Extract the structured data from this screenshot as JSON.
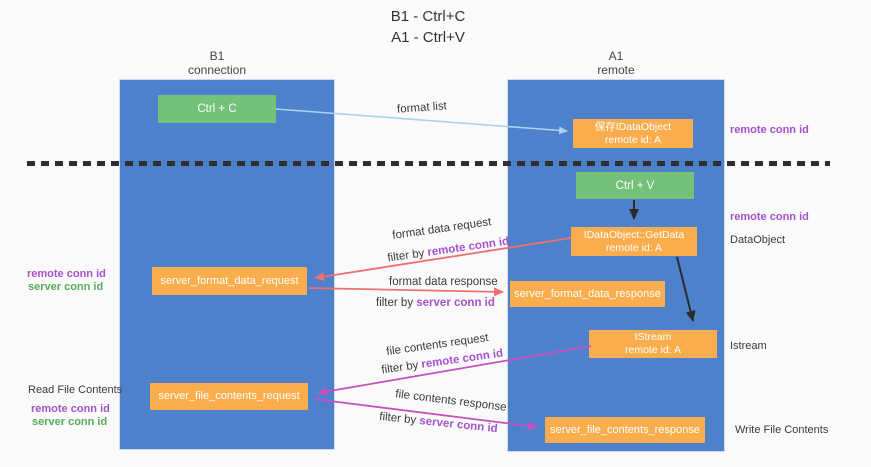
{
  "title": {
    "line1": "B1 - Ctrl+C",
    "line2": "A1 - Ctrl+V"
  },
  "columns": {
    "b1": {
      "name": "B1",
      "role": "connection"
    },
    "a1": {
      "name": "A1",
      "role": "remote"
    }
  },
  "nodes": {
    "ctrl_c": {
      "label": "Ctrl + C"
    },
    "ctrl_v": {
      "label": "Ctrl + V"
    },
    "saved_dataobject": {
      "line1": "保存IDataObject",
      "line2": "remote id: A"
    },
    "getdata": {
      "line1": "IDataObject::GetData",
      "line2": "remote id: A"
    },
    "istream": {
      "line1": "IStream",
      "line2": "remote id: A"
    },
    "server_format_data_request": {
      "label": "server_format_data_request"
    },
    "server_format_data_response": {
      "label": "server_format_data_response"
    },
    "server_file_contents_request": {
      "label": "server_file_contents_request"
    },
    "server_file_contents_response": {
      "label": "server_file_contents_response"
    }
  },
  "flow_labels": {
    "format_list": "format list",
    "format_data_request": "format data request",
    "format_data_response": "format data response",
    "file_contents_request": "file contents request",
    "file_contents_response": "file contents response",
    "filter_by": "filter by ",
    "remote_conn_id": "remote conn id",
    "server_conn_id": "server conn id"
  },
  "annotations": {
    "remote_conn_id": "remote conn id",
    "server_conn_id": "server conn id",
    "dataobject": "DataObject",
    "istream": "Istream",
    "read_file_contents": "Read File Contents",
    "write_file_contents": "Write File Contents"
  },
  "colors": {
    "background": "#fafafa",
    "column_blue": "#4e81cb",
    "node_orange": "#f9ad4d",
    "node_green": "#74c17a",
    "arrow_light_blue": "#a8d2f0",
    "arrow_red": "#ee7070",
    "arrow_magenta": "#c750c0",
    "arrow_black": "#2b2b2b",
    "label_purple": "#a552cc",
    "label_green": "#57ab5c"
  }
}
